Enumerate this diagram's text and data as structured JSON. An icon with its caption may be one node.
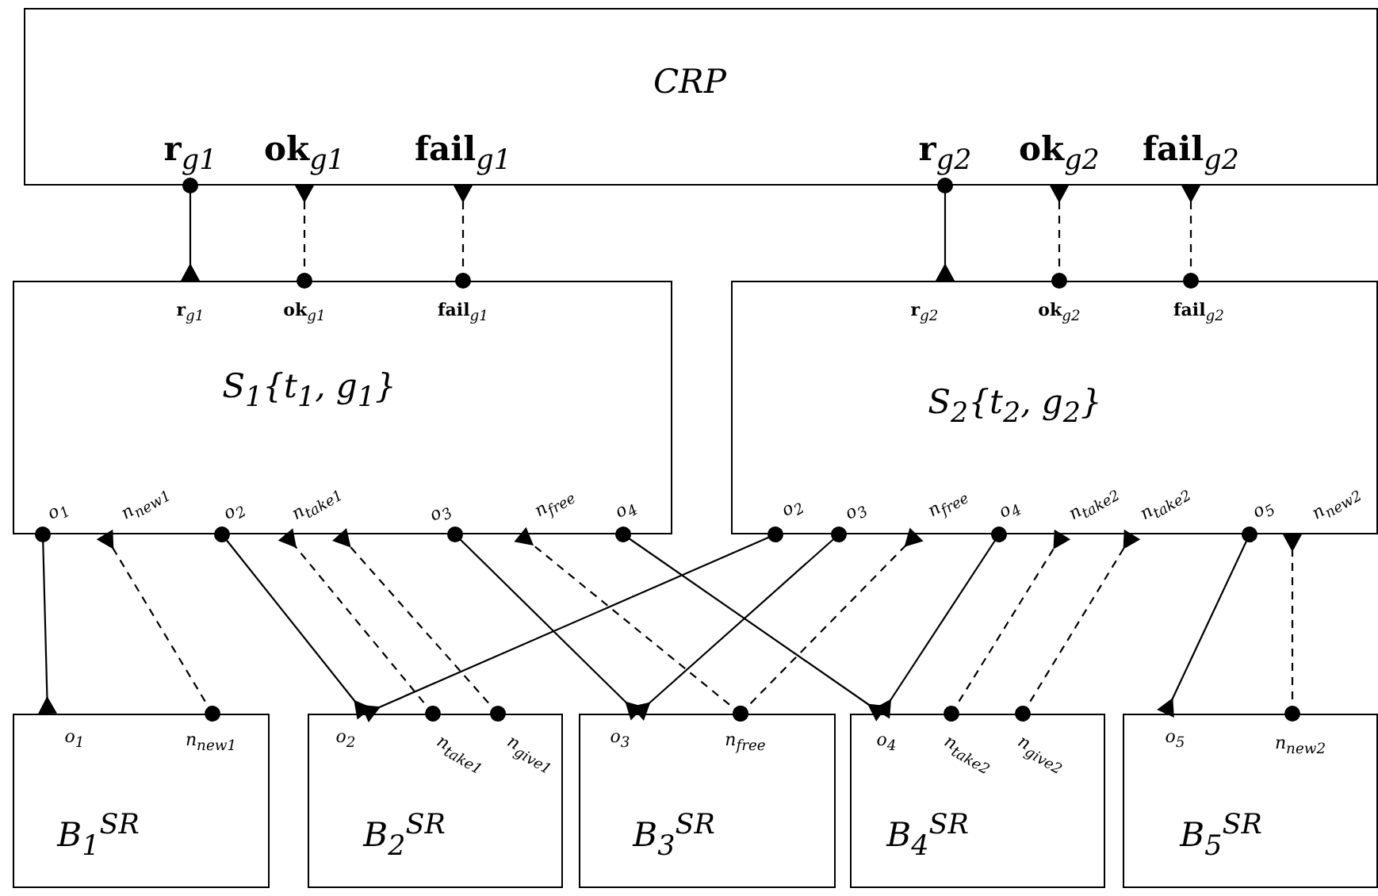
{
  "diagram": {
    "nodes": [
      {
        "text": [
          "CRP",
          "**r**$_{g1}$",
          "**ok**$_{g1}$",
          "**fail**$_{g1}$",
          "**r**$_{g2}$",
          "**ok**$_{g2}$",
          "**fail**$_{g2}$"
        ]
      },
      {
        "text": [
          "**r**$_{g1}$",
          "**ok**$_{g1}$",
          "**fail**$_{g1}$",
          "S$_{1}${t$_{1}$, g$_{1}$}",
          "o$_{1}$",
          "n$_{new1}$",
          "o$_{2}$",
          "n$_{take1}$",
          "o$_{3}$",
          "n$_{free}$",
          "o$_{4}$"
        ]
      },
      {
        "text": [
          "**r**$_{g2}$",
          "**ok**$_{g2}$",
          "**fail**$_{g2}$",
          "S$_{2}${t$_{2}$, g$_{2}$}",
          "o$_{2}$",
          "o$_{3}$",
          "n$_{free}$",
          "o$_{4}$",
          "n$_{take2}$",
          "n$_{take2}$",
          "o$_{5}$",
          "n$_{new2}$"
        ]
      },
      {
        "text": [
          "o$_{1}$",
          "n$_{new1}$",
          "B$_{1}$$^{SR}$"
        ]
      },
      {
        "text": [
          "o$_{2}$",
          "n$_{take1}$",
          "n$_{give1}$",
          "B$_{2}$$^{SR}$"
        ]
      },
      {
        "text": [
          "o$_{3}$",
          "n$_{free}$",
          "B$_{3}$$^{SR}$"
        ]
      },
      {
        "text": [
          "o$_{4}$",
          "n$_{take2}$",
          "n$_{give2}$",
          "B$_{4}$$^{SR}$"
        ]
      },
      {
        "text": [
          "o$_{5}$",
          "n$_{new2}$",
          "B$_{5}$$^{SR}$"
        ]
      }
    ],
    "edges": [
      {
        "from": 0,
        "to": 1,
        "arrow": "other"
      },
      {
        "from": 1,
        "to": 0,
        "arrow": "other",
        "style": "dashed"
      },
      {
        "from": 1,
        "to": 0,
        "arrow": "other",
        "style": "dashed"
      },
      {
        "from": 0,
        "to": 2,
        "arrow": "other"
      },
      {
        "from": 2,
        "to": 0,
        "arrow": "other",
        "style": "dashed"
      },
      {
        "from": 2,
        "to": 0,
        "arrow": "other",
        "style": "dashed"
      },
      {
        "from": 1,
        "to": 3,
        "arrow": "other"
      },
      {
        "from": 3,
        "to": 1,
        "arrow": "other",
        "style": "dashed"
      },
      {
        "from": 1,
        "to": 4,
        "arrow": "other"
      },
      {
        "from": 2,
        "to": 4,
        "arrow": "other"
      },
      {
        "from": 4,
        "to": 1,
        "arrow": "other",
        "style": "dashed"
      },
      {
        "from": 4,
        "to": 1,
        "arrow": "other",
        "style": "dashed"
      },
      {
        "from": 1,
        "to": 5,
        "arrow": "other"
      },
      {
        "from": 2,
        "to": 5,
        "arrow": "other"
      },
      {
        "from": 5,
        "to": 1,
        "arrow": "other",
        "style": "dashed"
      },
      {
        "from": 5,
        "to": 2,
        "arrow": "other",
        "style": "dashed"
      },
      {
        "from": 1,
        "to": 6,
        "arrow": "other"
      },
      {
        "from": 2,
        "to": 6,
        "arrow": "other"
      },
      {
        "from": 6,
        "to": 2,
        "arrow": "other",
        "style": "dashed"
      },
      {
        "from": 6,
        "to": 2,
        "arrow": "other",
        "style": "dashed"
      },
      {
        "from": 2,
        "to": 7,
        "arrow": "other"
      },
      {
        "from": 7,
        "to": 2,
        "arrow": "other",
        "style": "dashed"
      }
    ]
  }
}
